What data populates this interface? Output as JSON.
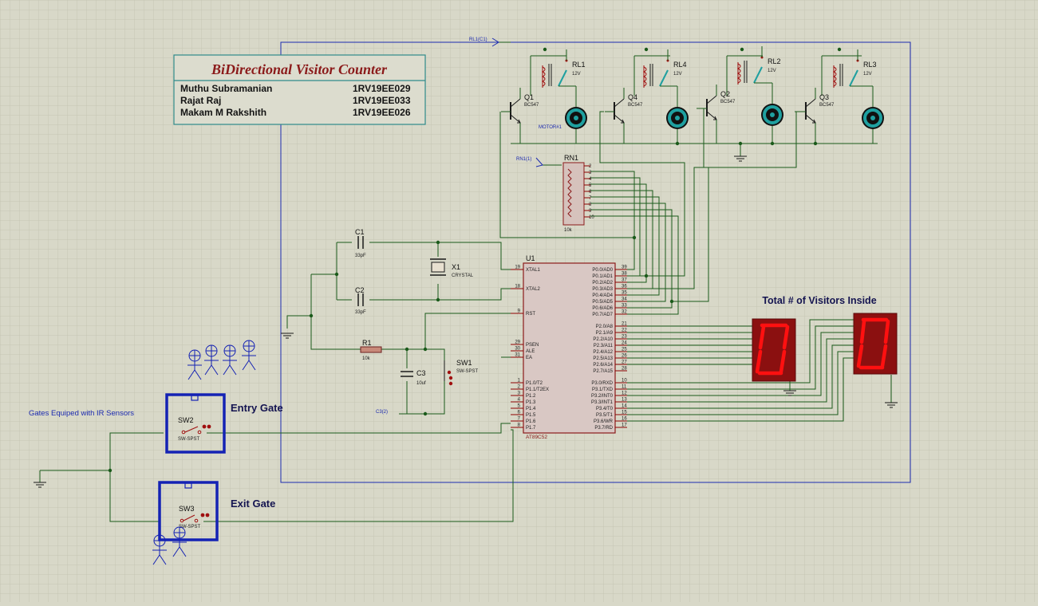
{
  "title_block": {
    "title": "BiDirectional Visitor Counter",
    "rows": [
      {
        "name": "Muthu Subramanian",
        "id": "1RV19EE029"
      },
      {
        "name": "Rajat Raj",
        "id": "1RV19EE033"
      },
      {
        "name": "Makam M Rakshith",
        "id": "1RV19EE026"
      }
    ]
  },
  "annotations": {
    "visitors_inside": "Total # of Visitors Inside",
    "entry_gate": "Entry Gate",
    "exit_gate": "Exit Gate",
    "ir_note": "Gates Equiped with IR Sensors"
  },
  "display": {
    "digit_left": "0",
    "digit_right": "0"
  },
  "mcu": {
    "ref": "U1",
    "part": "AT89C52",
    "left_pins": [
      {
        "num": "19",
        "name": "XTAL1"
      },
      {
        "num": "18",
        "name": "XTAL2"
      },
      {
        "num": "9",
        "name": "RST"
      },
      {
        "num": "29",
        "name": "PSEN"
      },
      {
        "num": "30",
        "name": "ALE"
      },
      {
        "num": "31",
        "name": "EA"
      },
      {
        "num": "1",
        "name": "P1.0/T2"
      },
      {
        "num": "2",
        "name": "P1.1/T2EX"
      },
      {
        "num": "3",
        "name": "P1.2"
      },
      {
        "num": "4",
        "name": "P1.3"
      },
      {
        "num": "5",
        "name": "P1.4"
      },
      {
        "num": "6",
        "name": "P1.5"
      },
      {
        "num": "7",
        "name": "P1.6"
      },
      {
        "num": "8",
        "name": "P1.7"
      }
    ],
    "right_pins": [
      {
        "num": "39",
        "name": "P0.0/AD0"
      },
      {
        "num": "38",
        "name": "P0.1/AD1"
      },
      {
        "num": "37",
        "name": "P0.2/AD2"
      },
      {
        "num": "36",
        "name": "P0.3/AD3"
      },
      {
        "num": "35",
        "name": "P0.4/AD4"
      },
      {
        "num": "34",
        "name": "P0.5/AD5"
      },
      {
        "num": "33",
        "name": "P0.6/AD6"
      },
      {
        "num": "32",
        "name": "P0.7/AD7"
      },
      {
        "num": "21",
        "name": "P2.0/A8"
      },
      {
        "num": "22",
        "name": "P2.1/A9"
      },
      {
        "num": "23",
        "name": "P2.2/A10"
      },
      {
        "num": "24",
        "name": "P2.3/A11"
      },
      {
        "num": "25",
        "name": "P2.4/A12"
      },
      {
        "num": "26",
        "name": "P2.5/A13"
      },
      {
        "num": "27",
        "name": "P2.6/A14"
      },
      {
        "num": "28",
        "name": "P2.7/A15"
      },
      {
        "num": "10",
        "name": "P3.0/RXD"
      },
      {
        "num": "11",
        "name": "P3.1/TXD"
      },
      {
        "num": "12",
        "name": "P3.2/INT0"
      },
      {
        "num": "13",
        "name": "P3.3/INT1"
      },
      {
        "num": "14",
        "name": "P3.4/T0"
      },
      {
        "num": "15",
        "name": "P3.5/T1"
      },
      {
        "num": "16",
        "name": "P3.6/WR"
      },
      {
        "num": "17",
        "name": "P3.7/RD"
      }
    ]
  },
  "components": {
    "c1": {
      "ref": "C1",
      "value": "33pF"
    },
    "c2": {
      "ref": "C2",
      "value": "33pF"
    },
    "c3": {
      "ref": "C3",
      "value": "10uf"
    },
    "x1": {
      "ref": "X1",
      "value": "CRYSTAL"
    },
    "r1": {
      "ref": "R1",
      "value": "10k"
    },
    "sw1": {
      "ref": "SW1",
      "value": "SW-SPST"
    },
    "sw2": {
      "ref": "SW2",
      "value": "SW-SPST"
    },
    "sw3": {
      "ref": "SW3",
      "value": "SW-SPST"
    },
    "rn1": {
      "ref": "RN1",
      "value": "10k",
      "pins": [
        "2",
        "3",
        "4",
        "5",
        "6",
        "7",
        "8",
        "9",
        "10"
      ]
    },
    "transistors": [
      {
        "ref": "Q1",
        "value": "BC547"
      },
      {
        "ref": "Q4",
        "value": "BC547"
      },
      {
        "ref": "Q2",
        "value": "BC547"
      },
      {
        "ref": "Q3",
        "value": "BC547"
      }
    ],
    "relays": [
      {
        "ref": "RL1",
        "value": "12V"
      },
      {
        "ref": "RL4",
        "value": "12V"
      },
      {
        "ref": "RL2",
        "value": "12V"
      },
      {
        "ref": "RL3",
        "value": "12V"
      }
    ],
    "motor_label": "MOTOR#1",
    "net_labels": {
      "rl1": "RL1(C1)",
      "rn1": "RN1(1)",
      "c3": "C3(2)"
    }
  },
  "colors": {
    "background": "#d8d8c8",
    "grid": "#c6c6b4",
    "wire": "#1a5a1a",
    "pin": "#8b0000",
    "border": "#1d2bb0",
    "title_border": "#2f8a8a",
    "title_text": "#8b1a1a",
    "mcu_fill": "#d9c8c4",
    "mcu_border": "#8b1a1a",
    "seg_on": "#ff1010",
    "seg_body": "#8b1010",
    "motor_teal": "#1fa0a0",
    "gate_box": "#1422b4",
    "label_dark": "#141450"
  }
}
